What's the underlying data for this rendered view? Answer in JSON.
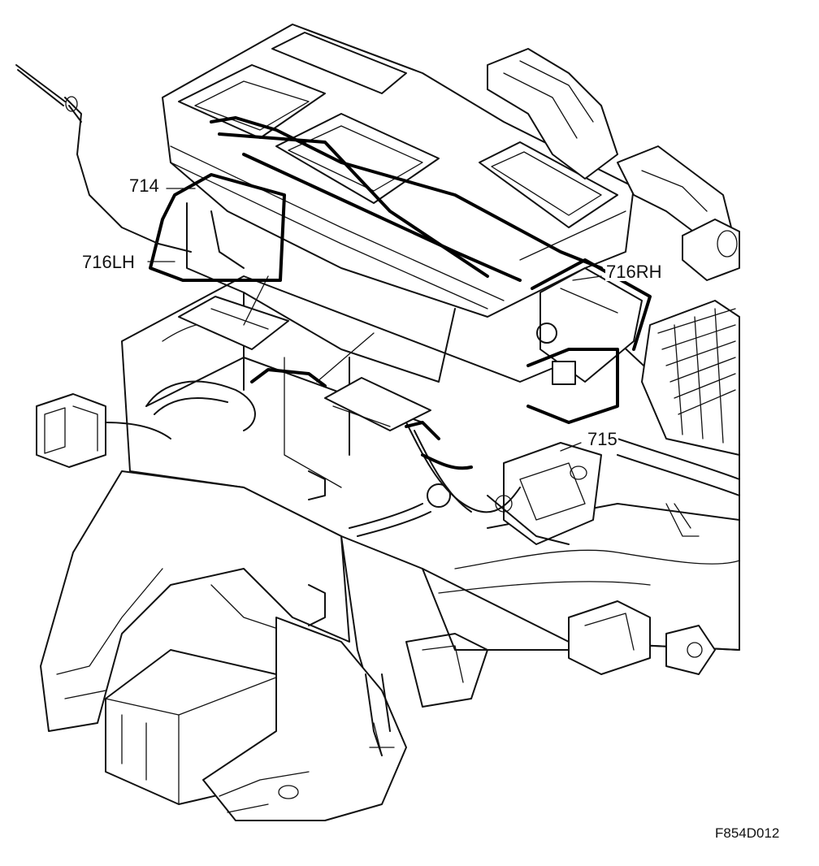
{
  "labels": {
    "part_714": "714",
    "part_716lh": "716LH",
    "part_716rh": "716RH",
    "part_715": "715"
  },
  "figure_ref": "F854D012",
  "colors": {
    "ink": "#111111",
    "background": "#ffffff"
  }
}
